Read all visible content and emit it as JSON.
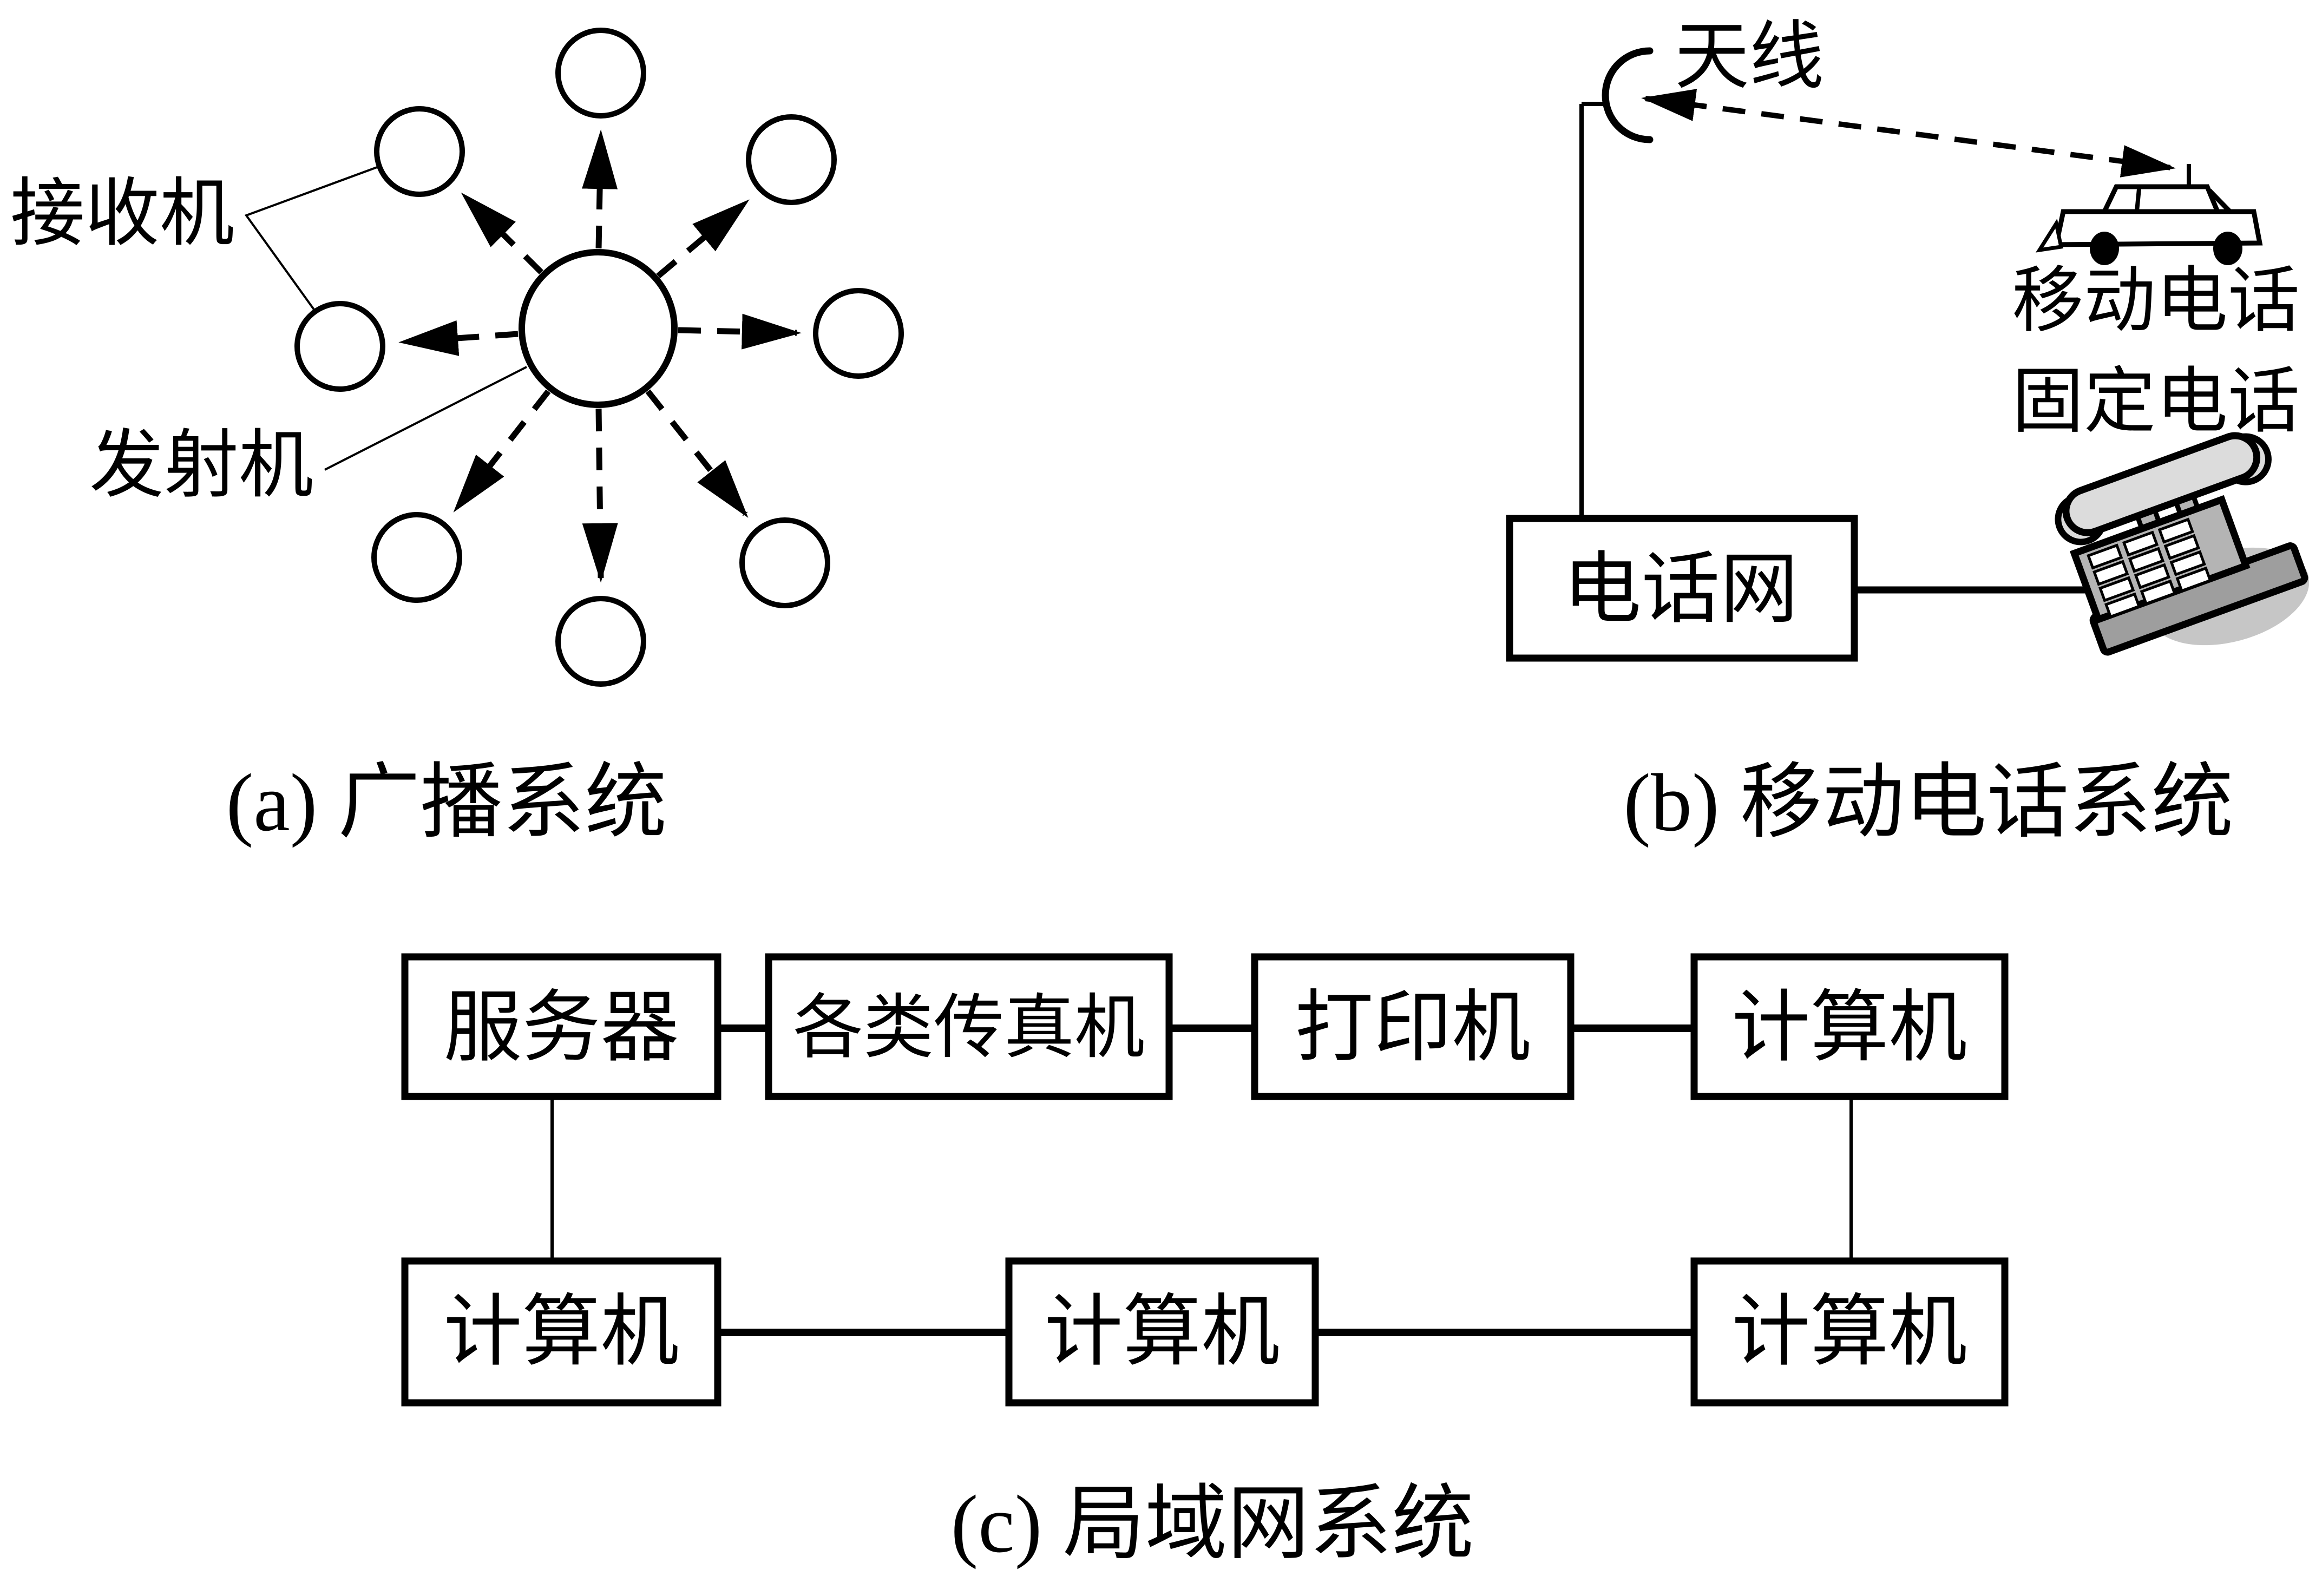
{
  "panel_a": {
    "caption": "(a) 广播系统",
    "labels": {
      "receiver": "接收机",
      "transmitter": "发射机"
    }
  },
  "panel_b": {
    "caption": "(b) 移动电话系统",
    "labels": {
      "antenna": "天线",
      "mobile_phone": "移动电话",
      "fixed_phone": "固定电话",
      "phone_network": "电话网"
    }
  },
  "panel_c": {
    "caption": "(c) 局域网系统",
    "row1": [
      {
        "label": "服务器"
      },
      {
        "label": "各类传真机"
      },
      {
        "label": "打印机"
      },
      {
        "label": "计算机"
      }
    ],
    "row2": [
      {
        "label": "计算机"
      },
      {
        "label": "计算机"
      },
      {
        "label": "计算机"
      }
    ]
  },
  "colors": {
    "ink": "#000000",
    "background": "#ffffff",
    "phone_body": "#b4b4b4",
    "phone_handset": "#dcdcdc",
    "phone_base": "#9e9e9e",
    "phone_shadow": "#c6c6c6"
  }
}
